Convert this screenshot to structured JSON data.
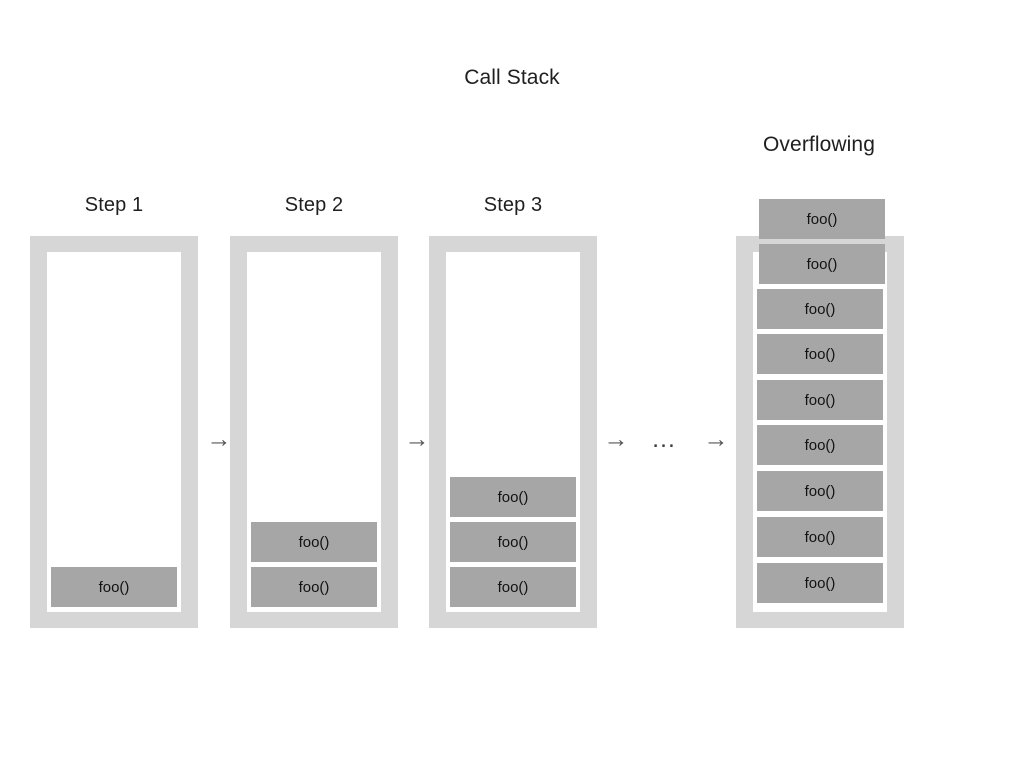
{
  "diagram": {
    "title": "Call Stack",
    "overflow_title": "Overflowing",
    "frame_label": "foo()",
    "arrow_glyph": "→",
    "ellipsis_glyph": "…",
    "colors": {
      "background": "#ffffff",
      "container_border": "#d6d6d6",
      "container_fill": "#ffffff",
      "frame_fill": "#a6a6a6",
      "frame_text": "#121212",
      "title_text": "#1f1f1f",
      "arrow": "#555555"
    }
  },
  "columns": [
    {
      "label": "Step 1",
      "frame_count": 1,
      "frames": [
        {
          "label": "foo()"
        }
      ]
    },
    {
      "label": "Step 2",
      "frame_count": 2,
      "frames": [
        {
          "label": "foo()"
        },
        {
          "label": "foo()"
        }
      ]
    },
    {
      "label": "Step 3",
      "frame_count": 3,
      "frames": [
        {
          "label": "foo()"
        },
        {
          "label": "foo()"
        },
        {
          "label": "foo()"
        }
      ]
    }
  ],
  "overflow_column": {
    "label": "Overflowing",
    "frame_count": 9,
    "frames": [
      {
        "label": "foo()",
        "overflowing": true
      },
      {
        "label": "foo()",
        "overflowing": true
      },
      {
        "label": "foo()",
        "overflowing": false
      },
      {
        "label": "foo()",
        "overflowing": false
      },
      {
        "label": "foo()",
        "overflowing": false
      },
      {
        "label": "foo()",
        "overflowing": false
      },
      {
        "label": "foo()",
        "overflowing": false
      },
      {
        "label": "foo()",
        "overflowing": false
      },
      {
        "label": "foo()",
        "overflowing": false
      }
    ]
  },
  "connectors": [
    {
      "type": "arrow",
      "glyph": "→"
    },
    {
      "type": "arrow",
      "glyph": "→"
    },
    {
      "type": "arrow",
      "glyph": "→"
    },
    {
      "type": "ellipsis",
      "glyph": "…"
    },
    {
      "type": "arrow",
      "glyph": "→"
    }
  ]
}
